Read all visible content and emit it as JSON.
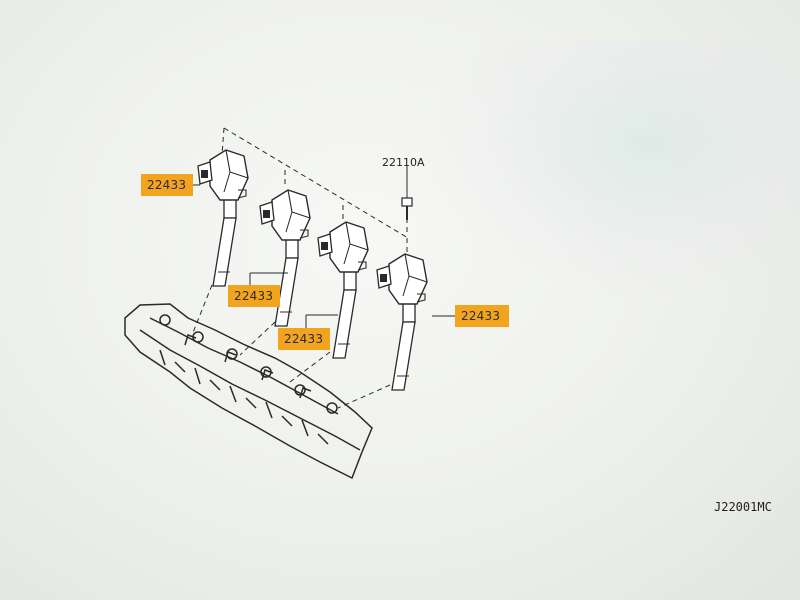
{
  "callouts": {
    "coil_1": "22433",
    "coil_2": "22433",
    "coil_3": "22433",
    "coil_4": "22433"
  },
  "bolt_label": "22110A",
  "figure_code": "J22001MC",
  "colors": {
    "highlight": "#f2a41f",
    "line": "#2a2a2a",
    "background": "#eef0ec"
  }
}
